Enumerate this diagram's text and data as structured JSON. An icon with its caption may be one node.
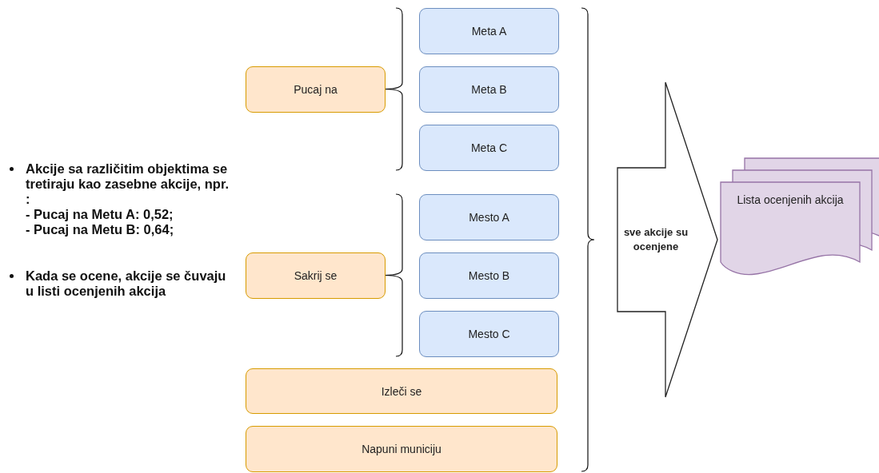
{
  "diagram": {
    "nodes": [
      {
        "text": [
          "Pucaj na"
        ]
      },
      {
        "text": [
          "Meta A"
        ]
      },
      {
        "text": [
          "Meta B"
        ]
      },
      {
        "text": [
          "Meta C"
        ]
      },
      {
        "text": [
          "Sakrij se"
        ]
      },
      {
        "text": [
          "Mesto A"
        ]
      },
      {
        "text": [
          "Mesto B"
        ]
      },
      {
        "text": [
          "Mesto C"
        ]
      },
      {
        "text": [
          "Izleči se"
        ]
      },
      {
        "text": [
          "Napuni municiju"
        ]
      },
      {
        "text": [
          "sve akcije su ocenjene"
        ]
      },
      {
        "text": [
          "Lista ocenjenih akcija"
        ]
      }
    ],
    "labels": [
      "Akcije sa različitim objektima se tretiraju kao zasebne akcije, npr. :",
      "- Pucaj na Metu A: 0,52;",
      "- Pucaj na Metu B: 0,64;",
      "Kada se ocene, akcije se čuvaju u listi ocenjenih akcija"
    ]
  }
}
